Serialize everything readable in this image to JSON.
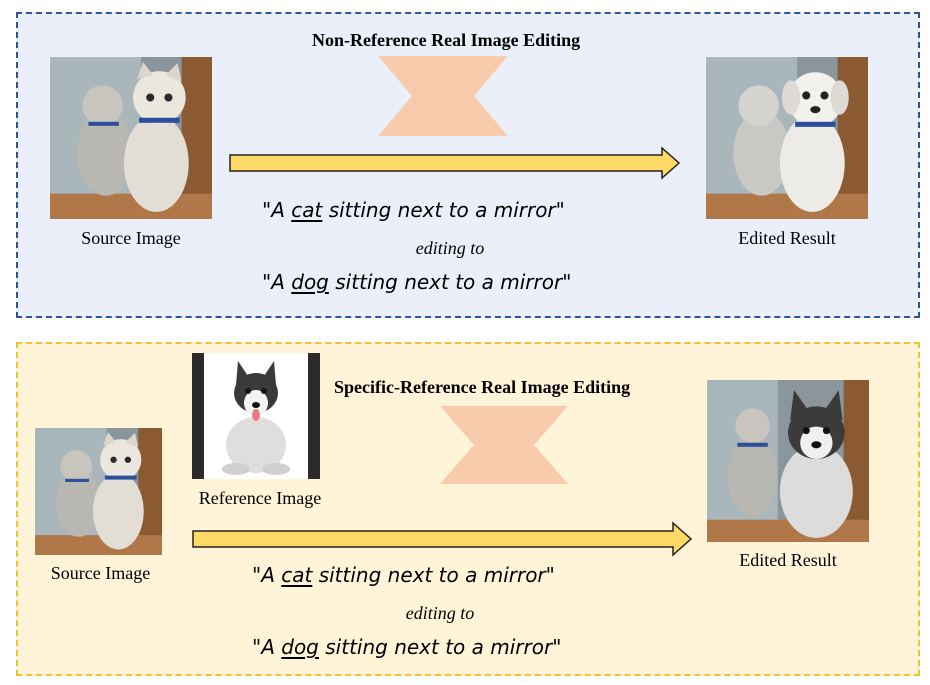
{
  "colors": {
    "top_panel_bg": "#eaeff9",
    "top_panel_border": "#2f5597",
    "bottom_panel_bg": "#fff4d8",
    "bottom_panel_border": "#f2c12e",
    "arrow_fill": "#ffd966",
    "model_shape": "#f8cbad"
  },
  "top": {
    "title": "Non-Reference Real Image Editing",
    "source_caption": "Source Image",
    "result_caption": "Edited Result",
    "prompt_pre": "\"A ",
    "prompt_src_word": "cat",
    "prompt_post": " sitting next to a mirror\"",
    "editing_to": "editing to",
    "prompt_tgt_word": "dog"
  },
  "bottom": {
    "title": "Specific-Reference Real Image Editing",
    "source_caption": "Source Image",
    "reference_caption": "Reference Image",
    "result_caption": "Edited Result",
    "prompt_pre": "\"A ",
    "prompt_src_word": "cat",
    "prompt_post": " sitting next to a mirror\"",
    "editing_to": "editing to",
    "prompt_tgt_word": "dog"
  }
}
